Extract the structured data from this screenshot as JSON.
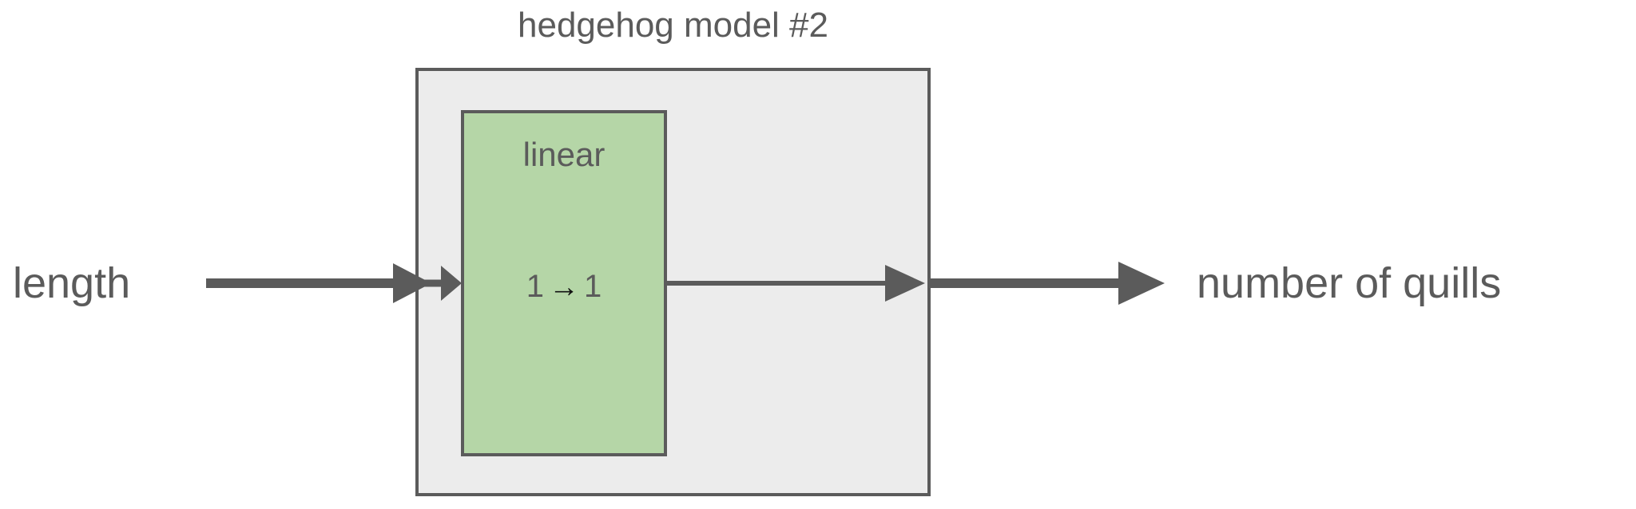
{
  "diagram": {
    "title": "hedgehog model #2",
    "input_label": "length",
    "output_label": "number of quills",
    "layer": {
      "name": "linear",
      "in_features": "1",
      "arrow_glyph": "→",
      "out_features": "1",
      "shape_text": "1 → 1"
    },
    "colors": {
      "outer_box_fill": "#ececec",
      "outer_box_border": "#5b5b5b",
      "layer_box_fill": "#b5d6a7",
      "layer_box_border": "#5b5b5b",
      "text": "#5b5b5b",
      "arrow": "#5b5b5b",
      "shape_arrow_glyph": "#111111",
      "background": "#ffffff"
    }
  }
}
